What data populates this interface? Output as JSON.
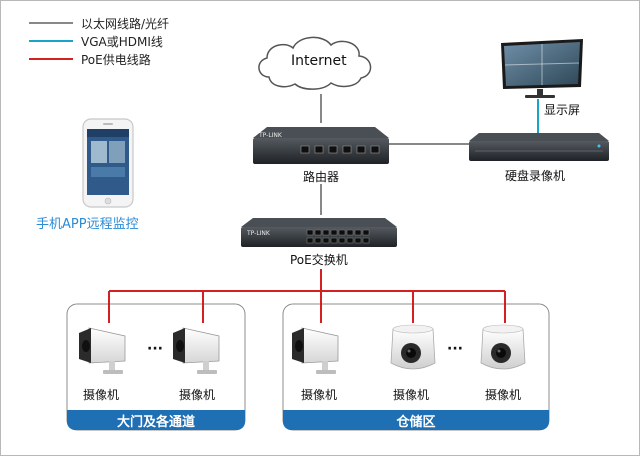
{
  "legend": [
    {
      "label": "以太网线路/光纤",
      "color": "#888888"
    },
    {
      "label": "VGA或HDMI线",
      "color": "#1aa3c9"
    },
    {
      "label": "PoE供电线路",
      "color": "#d42020"
    }
  ],
  "internet_label": "Internet",
  "router_label": "路由器",
  "router_brand": "TP-LINK",
  "switch_label": "PoE交换机",
  "switch_brand": "TP-LINK",
  "nvr_label": "硬盘录像机",
  "monitor_label": "显示屏",
  "phone_label": "手机APP远程监控",
  "zones": [
    {
      "name": "大门及各通道",
      "cameras": [
        "摄像机",
        "摄像机"
      ],
      "ellipsis": "···"
    },
    {
      "name": "仓储区",
      "cameras": [
        "摄像机",
        "摄像机",
        "摄像机"
      ],
      "ellipsis": "···"
    }
  ],
  "colors": {
    "ethernet": "#888888",
    "video": "#1aa3c9",
    "poe": "#d42020",
    "zone_bar": "#1f6fb5",
    "phone_text": "#2a8bd6"
  }
}
